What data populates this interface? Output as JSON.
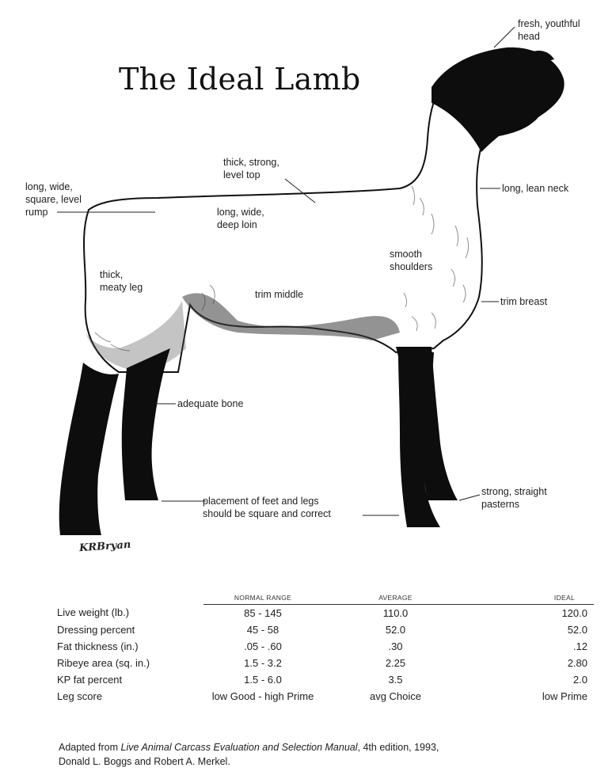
{
  "title": "The Ideal Lamb",
  "labels": {
    "head": "fresh, youthful\nhead",
    "top": "thick, strong,\nlevel top",
    "rump": "long, wide,\nsquare, level\nrump",
    "neck": "long, lean neck",
    "loin": "long, wide,\ndeep loin",
    "shoulders": "smooth\nshoulders",
    "leg": "thick,\nmeaty leg",
    "middle": "trim middle",
    "breast": "trim breast",
    "bone": "adequate bone",
    "pasterns": "strong, straight\npasterns",
    "feet": "placement of feet and legs\nshould be square and correct"
  },
  "signature": "KRBryan",
  "table": {
    "headers": [
      "",
      "NORMAL RANGE",
      "AVERAGE",
      "IDEAL"
    ],
    "rows": [
      {
        "name": "Live weight (lb.)",
        "range": "85 - 145",
        "average": "110.0",
        "ideal": "120.0"
      },
      {
        "name": "Dressing percent",
        "range": "45 - 58",
        "average": "52.0",
        "ideal": "52.0"
      },
      {
        "name": "Fat thickness (in.)",
        "range": ".05 - .60",
        "average": ".30",
        "ideal": ".12"
      },
      {
        "name": "Ribeye area (sq. in.)",
        "range": "1.5 - 3.2",
        "average": "2.25",
        "ideal": "2.80"
      },
      {
        "name": "KP fat percent",
        "range": "1.5 - 6.0",
        "average": "3.5",
        "ideal": "2.0"
      },
      {
        "name": "Leg score",
        "range": "low Good - high Prime",
        "average": "avg Choice",
        "ideal": "low Prime"
      }
    ]
  },
  "source": {
    "prefix": "Adapted from ",
    "book": "Live Animal Carcass Evaluation and Selection Manual",
    "suffix": ", 4th edition, 1993,",
    "authors": "Donald L. Boggs and Robert A. Merkel."
  }
}
